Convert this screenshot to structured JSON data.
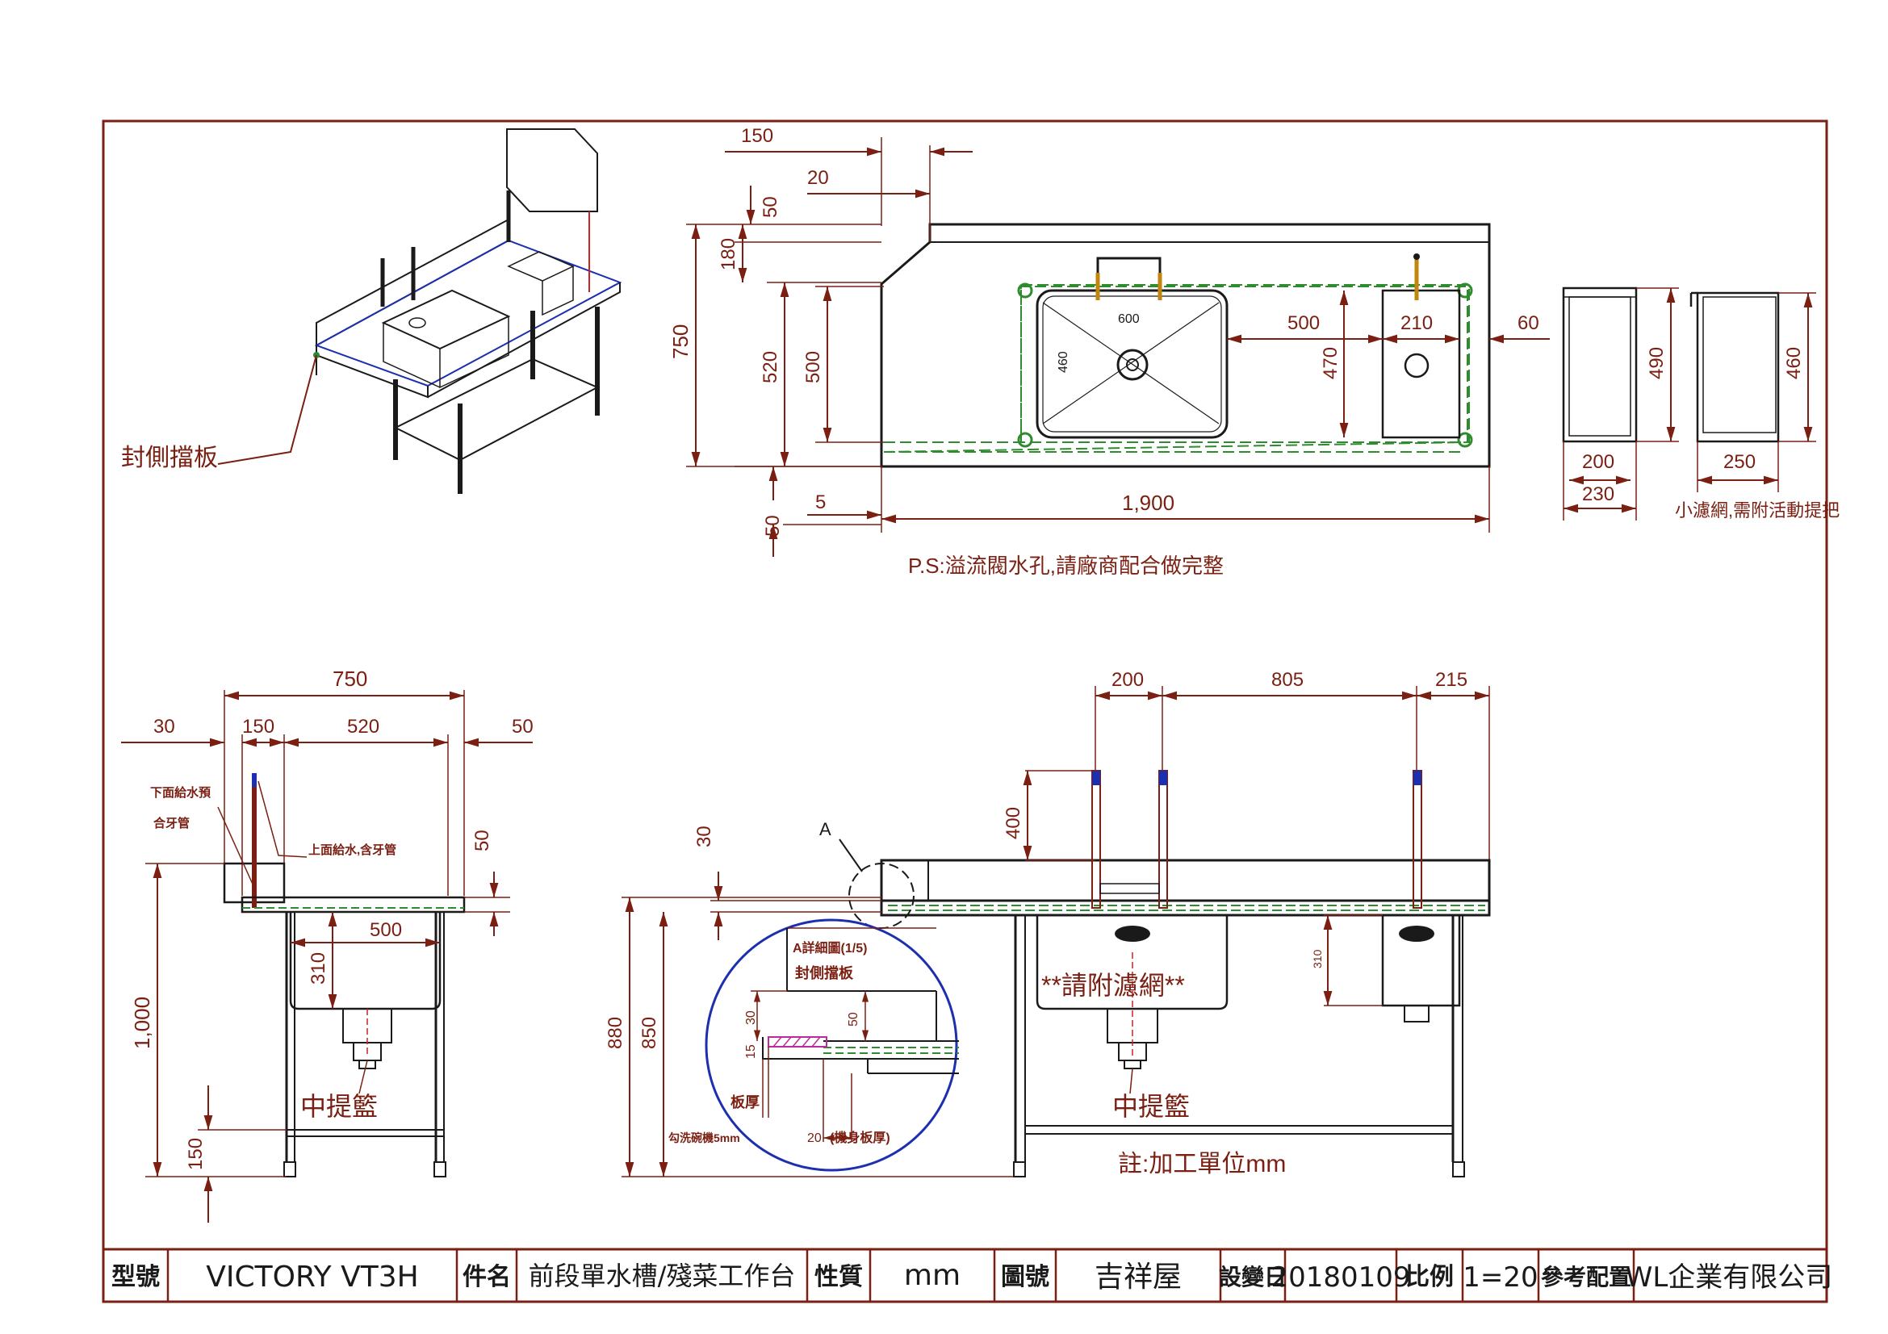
{
  "title_block": {
    "model_label": "型號",
    "model_value": "VICTORY VT3H",
    "part_label": "件名",
    "part_value": "前段單水槽/殘菜工作台",
    "material_label": "性質",
    "material_value": "mm",
    "drawing_no_label": "圖號",
    "drawing_no_value": "吉祥屋",
    "change_date_label": "設變日",
    "change_date_value": "20180109",
    "scale_label": "比例",
    "scale_value": "1=20",
    "reference_label": "參考配置",
    "company": "WL企業有限公司"
  },
  "isometric": {
    "side_panel_label": "封側擋板"
  },
  "plan_view": {
    "dims": {
      "d150": "150",
      "d20": "20",
      "d50_top": "50",
      "d180": "180",
      "d750": "750",
      "d520": "520",
      "d500": "500",
      "d50_bottom": "50",
      "d5": "5",
      "d1900": "1,900",
      "d600": "600",
      "d460": "460",
      "d500_right": "500",
      "d470": "470",
      "d210": "210",
      "d60": "60"
    },
    "note": "P.S:溢流閥水孔,請廠商配合做完整"
  },
  "basket_view": {
    "dims": {
      "d490": "490",
      "d460": "460",
      "d200": "200",
      "d230": "230",
      "d250": "250"
    },
    "note": "小濾網,需附活動提把"
  },
  "side_view": {
    "dims": {
      "d750": "750",
      "d30": "30",
      "d150": "150",
      "d520": "520",
      "d50": "50",
      "d50_right": "50",
      "d500": "500",
      "d310": "310",
      "d1000": "1,000",
      "d150_bottom": "150"
    },
    "label_lower_pipe": "下面給水預",
    "label_lower_pipe2": "合牙管",
    "label_upper_pipe": "上面給水,含牙管",
    "label_basket": "中提籃"
  },
  "front_view": {
    "dims": {
      "d200": "200",
      "d805": "805",
      "d215": "215",
      "d400": "400",
      "d30": "30",
      "d880": "880",
      "d850": "850",
      "d310": "310"
    },
    "marker_a": "A",
    "filter_note": "**請附濾網**",
    "label_basket": "中提籃",
    "unit_note": "註:加工單位mm"
  },
  "detail_a": {
    "title": "A詳細圖(1/5)",
    "label_panel": "封側擋板",
    "dims": {
      "d30": "30",
      "d15": "15",
      "d50": "50",
      "d20": "20"
    },
    "label_thickness": "板厚",
    "label_drain": "勾洗碗機5mm",
    "label_body": "(機身板厚)"
  },
  "colors": {
    "line": "#7a1f12",
    "outline": "#1a1a1a",
    "hidden": "#2e8b2e",
    "detail_circle": "#1c2fae"
  }
}
